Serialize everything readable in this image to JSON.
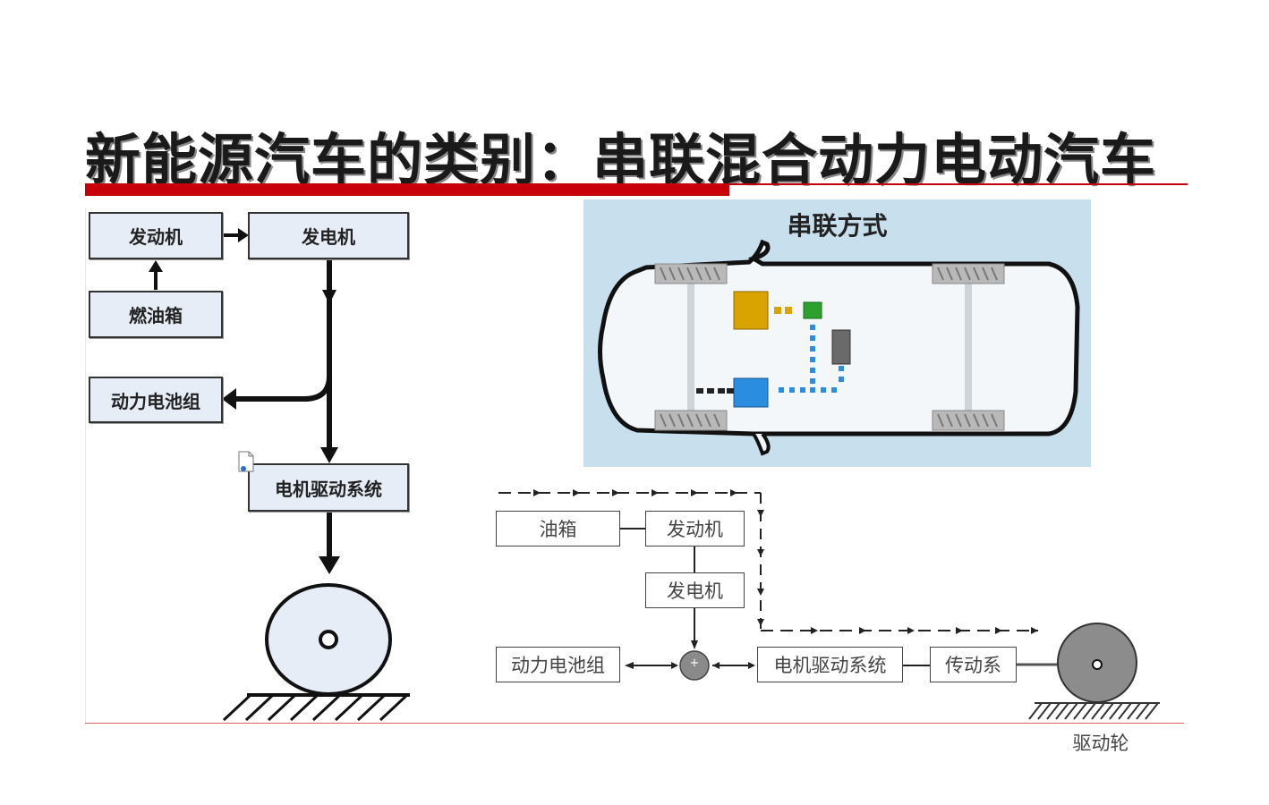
{
  "slide": {
    "title": "新能源汽车的类别：串联混合动力电动汽车"
  },
  "left_diagram": {
    "engine": "发动机",
    "generator": "发电机",
    "fuel_tank": "燃油箱",
    "battery_pack": "动力电池组",
    "motor_drive_system": "电机驱动系统"
  },
  "car_picture": {
    "caption": "串联方式"
  },
  "right_diagram": {
    "fuel_tank": "油箱",
    "engine": "发动机",
    "generator": "发电机",
    "battery_pack": "动力电池组",
    "junction_symbol": "+",
    "motor_drive_system": "电机驱动系统",
    "transmission": "传动系",
    "drive_wheel": "驱动轮"
  },
  "colors": {
    "title_red": "#c8000a",
    "box_fill_blue": "#e7edf6",
    "car_background": "#c8dfee",
    "engine_block": "#d9a400",
    "generator_block": "#2ea02e",
    "motor_block": "#2a8de0",
    "wheel_gray": "#8c8c8c"
  }
}
